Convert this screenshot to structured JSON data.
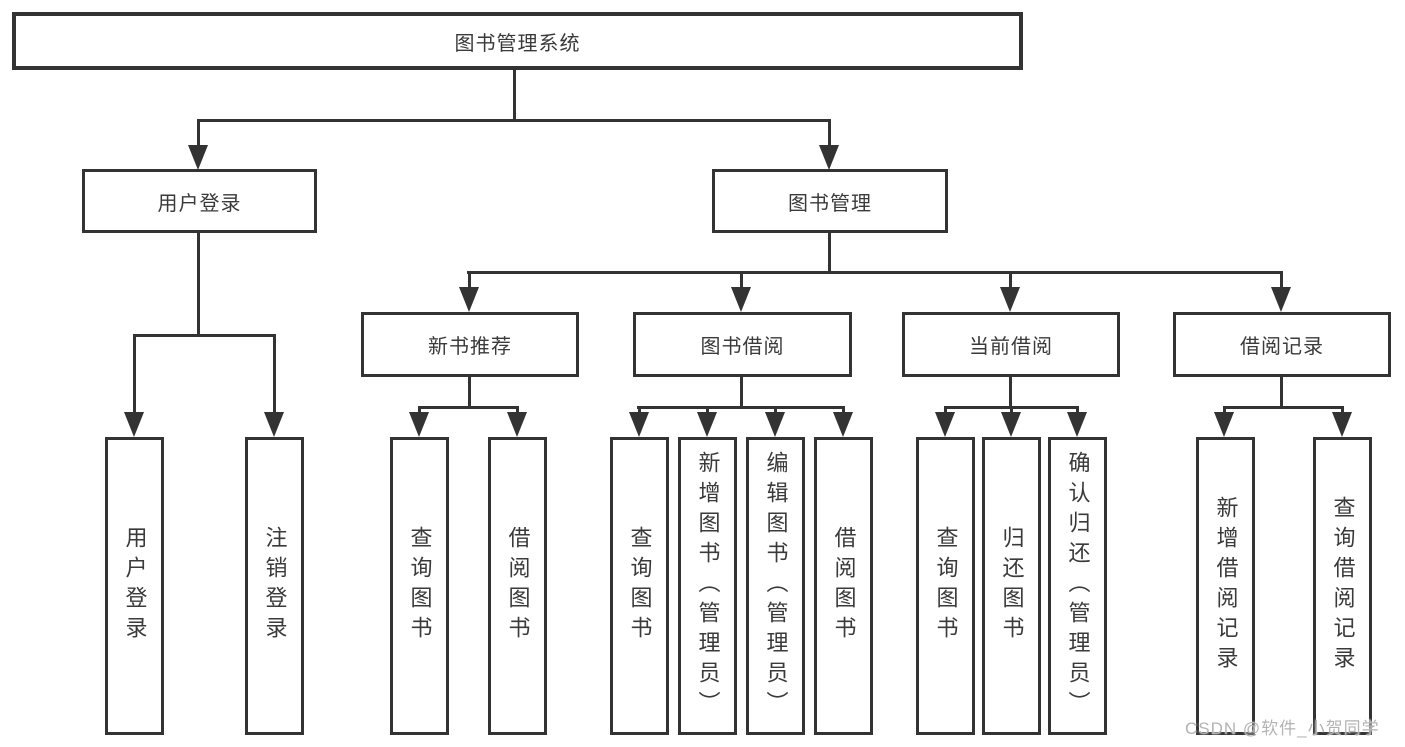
{
  "diagram": {
    "title": "图书管理系统",
    "branches": {
      "user_login": {
        "label": "用户登录",
        "children": [
          {
            "label": "用户登录"
          },
          {
            "label": "注销登录"
          }
        ]
      },
      "book_management": {
        "label": "图书管理",
        "children": [
          {
            "label": "新书推荐",
            "children": [
              {
                "label": "查询图书"
              },
              {
                "label": "借阅图书"
              }
            ]
          },
          {
            "label": "图书借阅",
            "children": [
              {
                "label": "查询图书"
              },
              {
                "label": "新增图书（管理员）"
              },
              {
                "label": "编辑图书（管理员）"
              },
              {
                "label": "借阅图书"
              }
            ]
          },
          {
            "label": "当前借阅",
            "children": [
              {
                "label": "查询图书"
              },
              {
                "label": "归还图书"
              },
              {
                "label": "确认归还（管理员）"
              }
            ]
          },
          {
            "label": "借阅记录",
            "children": [
              {
                "label": "新增借阅记录"
              },
              {
                "label": "查询借阅记录"
              }
            ]
          }
        ]
      }
    },
    "watermark": "CSDN @软件_小贺同学",
    "colors": {
      "line": "#333333",
      "text": "#3a3a3a",
      "background": "#ffffff",
      "watermark": "#b3b3b3"
    }
  }
}
